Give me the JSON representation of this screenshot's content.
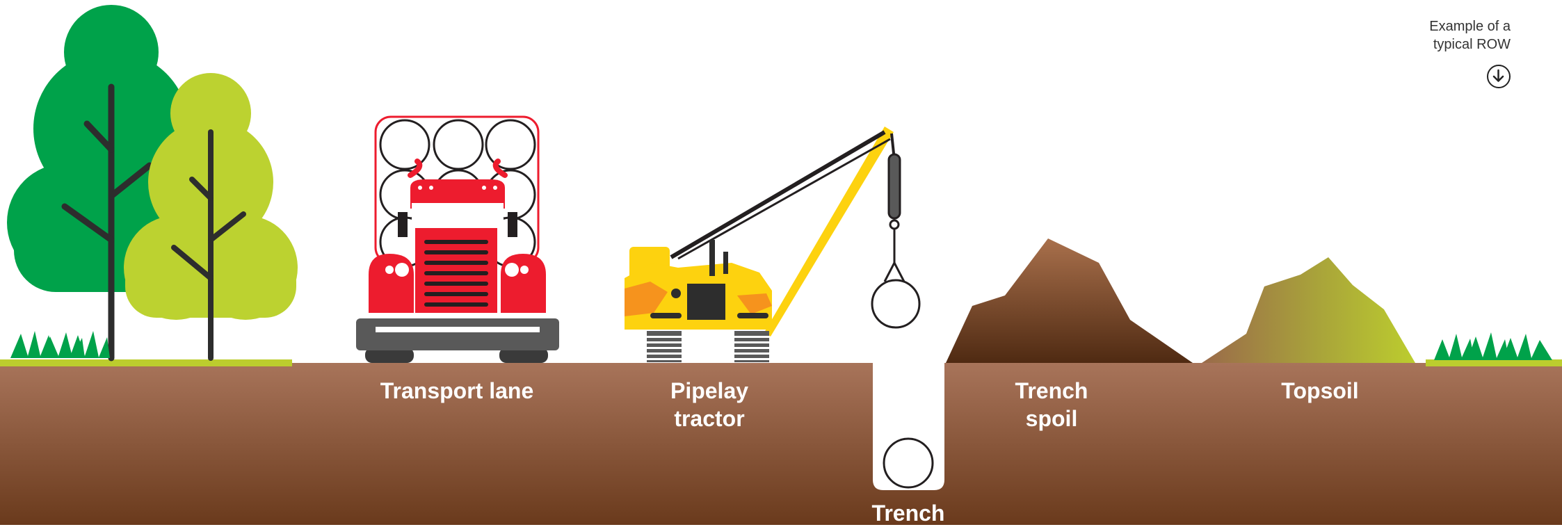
{
  "legend": {
    "line1": "Example of a",
    "line2": "typical ROW",
    "scroll_icon": "arrow-down-circle-icon"
  },
  "labels": {
    "transport_lane": "Transport lane",
    "pipelay_tractor_line1": "Pipelay",
    "pipelay_tractor_line2": "tractor",
    "trench": "Trench",
    "trench_spoil_line1": "Trench",
    "trench_spoil_line2": "spoil",
    "topsoil": "Topsoil"
  },
  "colors": {
    "sky": "#ffffff",
    "ground_top": "#a8745a",
    "ground_bottom": "#6a3a1c",
    "grass": "#bccd2e",
    "tree_dark": "#00a24a",
    "tree_light": "#bcd230",
    "truck_red": "#ed1c2e",
    "tractor_yellow": "#fdd20f",
    "tractor_orange": "#f6931d",
    "spoil_pile": "#7a4425",
    "topsoil_pile": "#a3a33a"
  }
}
